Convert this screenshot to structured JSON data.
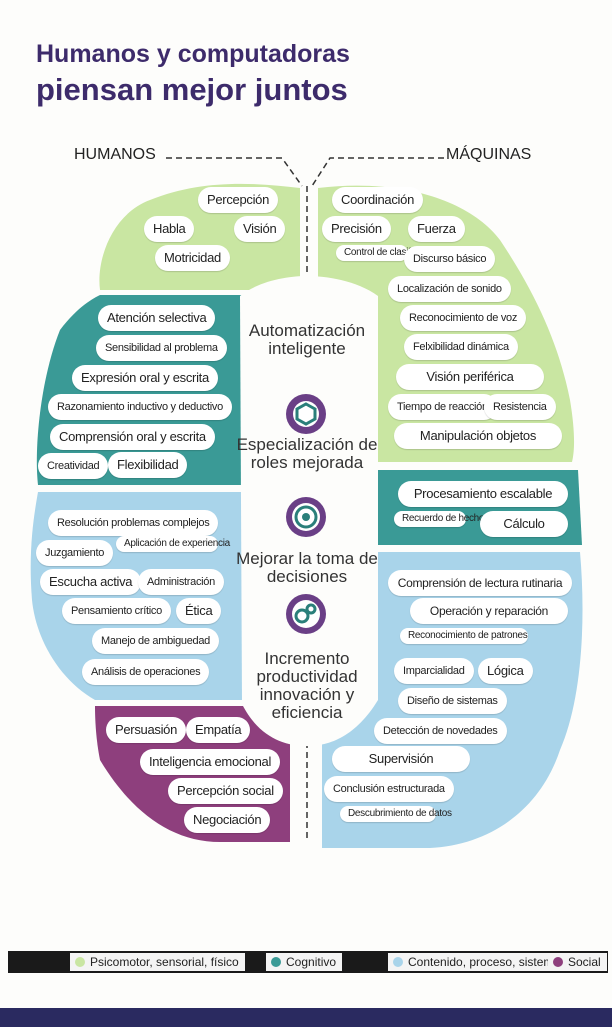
{
  "title_line1": "Humanos y computadoras",
  "title_line2": "piensan mejor juntos",
  "header_left": "HUMANOS",
  "header_right": "MÁQUINAS",
  "colors": {
    "psicomotor": "#c9e6a2",
    "cognitivo": "#3a9a96",
    "contenido": "#a9d4ea",
    "social": "#8e3f7d",
    "title": "#3d2b6b"
  },
  "human_psicomotor": [
    "Percepción",
    "Habla",
    "Visión",
    "Motricidad"
  ],
  "human_cognitivo": [
    "Atención selectiva",
    "Sensibilidad al problema",
    "Expresión oral y escrita",
    "Razonamiento inductivo y deductivo",
    "Comprensión oral y escrita",
    "Creatividad",
    "Flexibilidad"
  ],
  "human_contenido": [
    "Resolución problemas complejos",
    "Juzgamiento",
    "Aplicación de experiencia",
    "Escucha activa",
    "Administración",
    "Pensamiento crítico",
    "Ética",
    "Manejo de ambiguedad",
    "Análisis de operaciones"
  ],
  "human_social": [
    "Persuasión",
    "Empatía",
    "Inteligencia emocional",
    "Percepción social",
    "Negociación"
  ],
  "machine_psicomotor": [
    "Coordinación",
    "Precisión",
    "Fuerza",
    "Control de clasificación",
    "Discurso básico",
    "Localización de sonido",
    "Reconocimiento de voz",
    "Felxibilidad dinámica",
    "Visión periférica",
    "Tiempo de reacción",
    "Resistencia",
    "Manipulación objetos"
  ],
  "machine_cognitivo": [
    "Procesamiento escalable",
    "Recuerdo de hechos",
    "Cálculo"
  ],
  "machine_contenido": [
    "Comprensión de lectura rutinaria",
    "Operación y reparación",
    "Reconocimiento de patrones",
    "Imparcialidad",
    "Lógica",
    "Diseño de sistemas",
    "Detección de novedades",
    "Supervisión",
    "Conclusión estructurada",
    "Descubrimiento de datos"
  ],
  "center": [
    "Automatización inteligente",
    "Especialización de roles mejorada",
    "Mejorar la toma de decisiones",
    "Incremento productividad innovación y eficiencia"
  ],
  "legend": [
    "Psicomotor, sensorial, físico",
    "Cognitivo",
    "Contenido, proceso, sistema",
    "Social"
  ]
}
